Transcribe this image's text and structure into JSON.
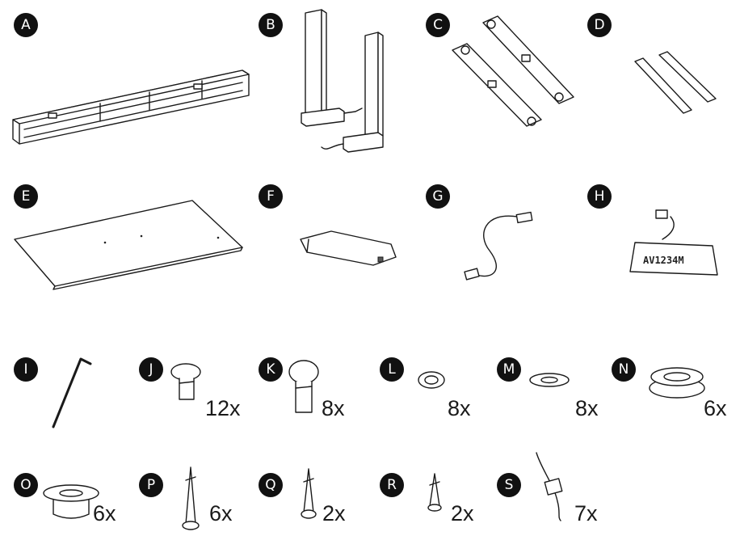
{
  "parts": [
    {
      "id": "A",
      "qty": ""
    },
    {
      "id": "B",
      "qty": ""
    },
    {
      "id": "C",
      "qty": ""
    },
    {
      "id": "D",
      "qty": ""
    },
    {
      "id": "E",
      "qty": ""
    },
    {
      "id": "F",
      "qty": ""
    },
    {
      "id": "G",
      "qty": ""
    },
    {
      "id": "H",
      "qty": ""
    },
    {
      "id": "I",
      "qty": ""
    },
    {
      "id": "J",
      "qty": "12x"
    },
    {
      "id": "K",
      "qty": "8x"
    },
    {
      "id": "L",
      "qty": "8x"
    },
    {
      "id": "M",
      "qty": "8x"
    },
    {
      "id": "N",
      "qty": "6x"
    },
    {
      "id": "O",
      "qty": "6x"
    },
    {
      "id": "P",
      "qty": "6x"
    },
    {
      "id": "Q",
      "qty": "2x"
    },
    {
      "id": "R",
      "qty": "2x"
    },
    {
      "id": "S",
      "qty": "7x"
    }
  ],
  "handset_label": "AV1234M"
}
